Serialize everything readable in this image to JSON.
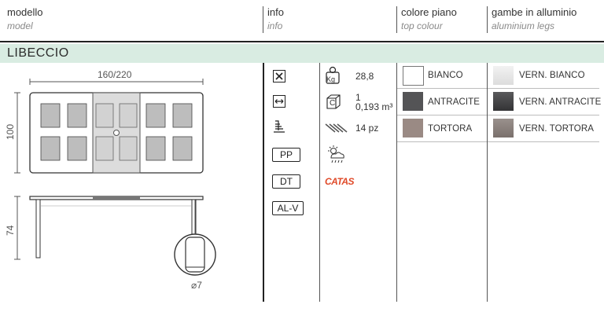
{
  "header": {
    "model_label": "modello",
    "model_sub": "model",
    "info_label": "info",
    "info_sub": "info",
    "top_colour_label": "colore piano",
    "top_colour_sub": "top colour",
    "legs_label": "gambe in alluminio",
    "legs_sub": "aluminium legs"
  },
  "product": {
    "name": "LIBECCIO"
  },
  "drawing": {
    "width_dim": "160/220",
    "depth_dim": "100",
    "height_dim": "74",
    "leg_dim": "⌀7"
  },
  "tags": {
    "material_pp": "PP",
    "material_dt": "DT",
    "material_alv": "AL-V"
  },
  "specs": {
    "weight": "28,8",
    "weight_unit": "Kg",
    "packaging_count": "1",
    "packaging_volume": "0,193 m³",
    "packaging_letter": "C",
    "stack_qty": "14 pz",
    "catas_logo": "CATAS"
  },
  "top_colours": [
    {
      "name": "BIANCO",
      "color": "#ffffff"
    },
    {
      "name": "ANTRACITE",
      "color": "#545456"
    },
    {
      "name": "TORTORA",
      "color": "#9a8a84"
    }
  ],
  "leg_colours": [
    {
      "name": "VERN. BIANCO",
      "color": "#e6e6e6"
    },
    {
      "name": "VERN. ANTRACITE",
      "color": "#4a4a4c"
    },
    {
      "name": "VERN. TORTORA",
      "color": "#8f8581"
    }
  ],
  "icons": {
    "assembly": "tools-icon",
    "extendable": "extend-arrows-icon",
    "stackable": "stack-icon",
    "outdoor": "sun-rain-icon"
  }
}
